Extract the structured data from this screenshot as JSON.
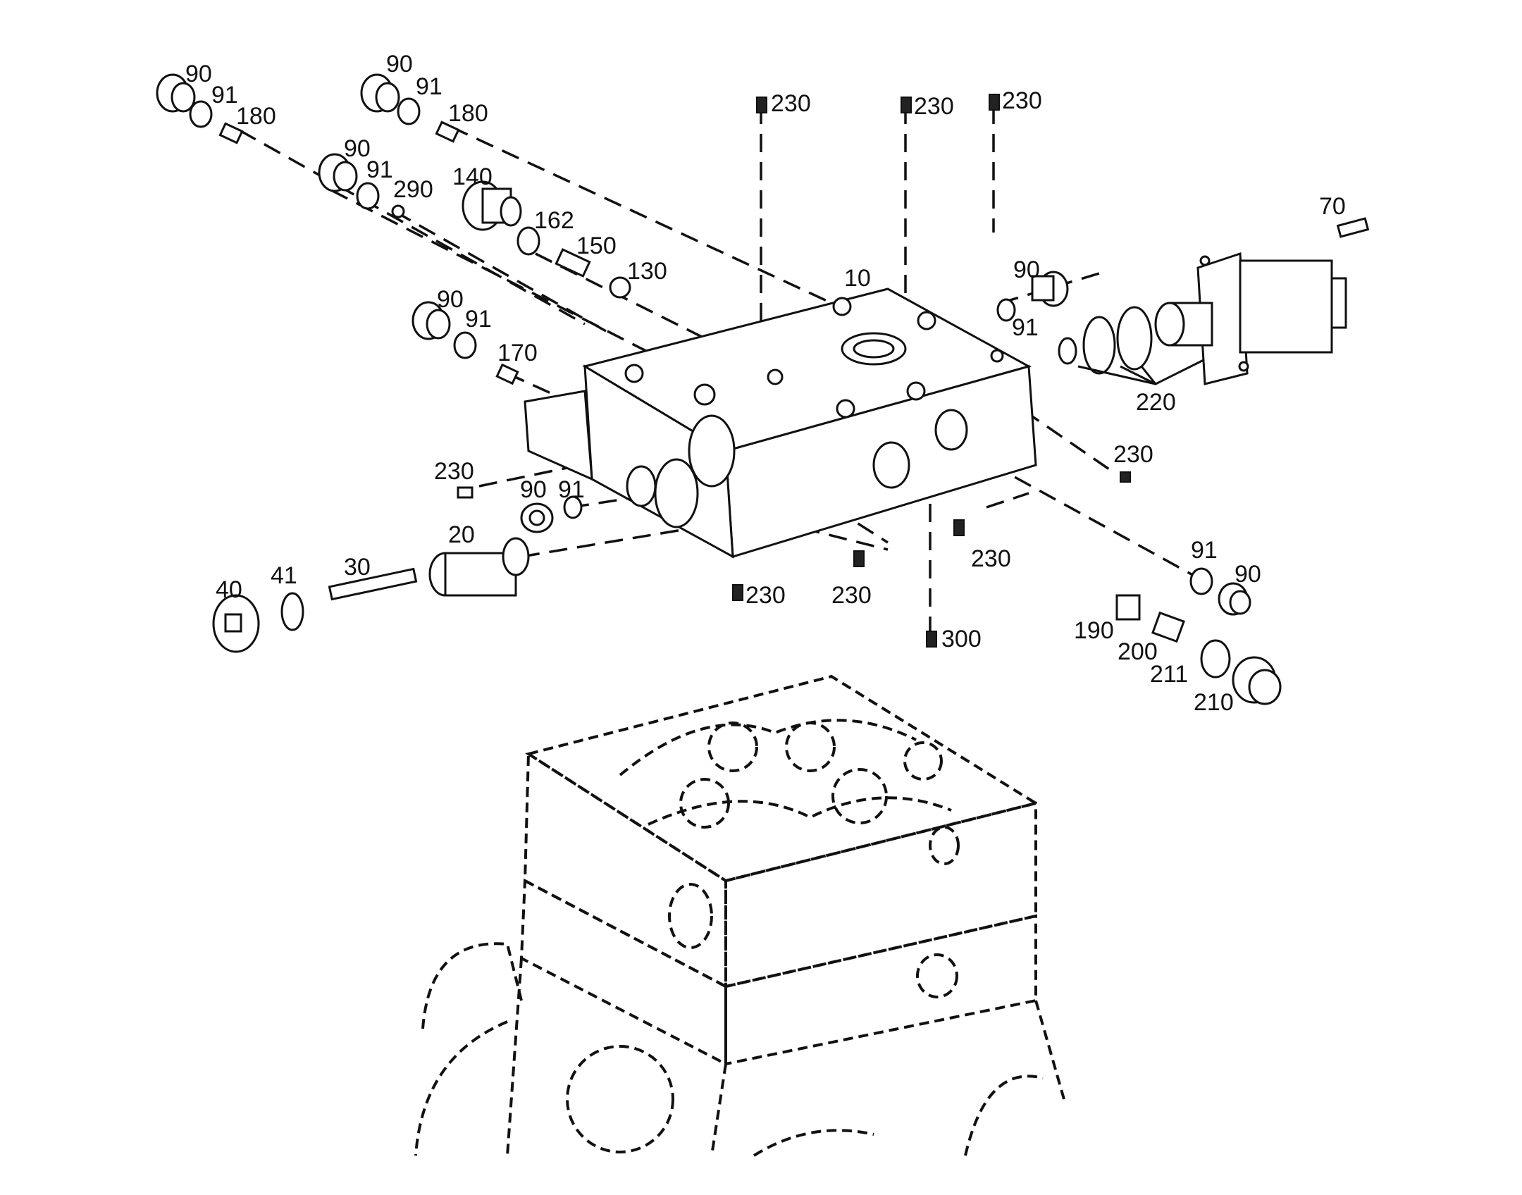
{
  "callouts": [
    {
      "id": "c1",
      "text": "90"
    },
    {
      "id": "c2",
      "text": "91"
    },
    {
      "id": "c3",
      "text": "180"
    },
    {
      "id": "c4",
      "text": "90"
    },
    {
      "id": "c5",
      "text": "91"
    },
    {
      "id": "c6",
      "text": "180"
    },
    {
      "id": "c7",
      "text": "90"
    },
    {
      "id": "c8",
      "text": "91"
    },
    {
      "id": "c9",
      "text": "290"
    },
    {
      "id": "c10",
      "text": "140"
    },
    {
      "id": "c11",
      "text": "162"
    },
    {
      "id": "c12",
      "text": "150"
    },
    {
      "id": "c13",
      "text": "130"
    },
    {
      "id": "c14",
      "text": "90"
    },
    {
      "id": "c15",
      "text": "91"
    },
    {
      "id": "c16",
      "text": "170"
    },
    {
      "id": "c17",
      "text": "230"
    },
    {
      "id": "c18",
      "text": "230"
    },
    {
      "id": "c19",
      "text": "230"
    },
    {
      "id": "c20",
      "text": "10"
    },
    {
      "id": "c21",
      "text": "90"
    },
    {
      "id": "c22",
      "text": "91"
    },
    {
      "id": "c23",
      "text": "70"
    },
    {
      "id": "c24",
      "text": "220"
    },
    {
      "id": "c25",
      "text": "230"
    },
    {
      "id": "c26",
      "text": "230"
    },
    {
      "id": "c27",
      "text": "90"
    },
    {
      "id": "c28",
      "text": "91"
    },
    {
      "id": "c29",
      "text": "20"
    },
    {
      "id": "c30",
      "text": "30"
    },
    {
      "id": "c31",
      "text": "40"
    },
    {
      "id": "c32",
      "text": "41"
    },
    {
      "id": "c33",
      "text": "230"
    },
    {
      "id": "c34",
      "text": "230"
    },
    {
      "id": "c35",
      "text": "230"
    },
    {
      "id": "c36",
      "text": "300"
    },
    {
      "id": "c37",
      "text": "91"
    },
    {
      "id": "c38",
      "text": "90"
    },
    {
      "id": "c39",
      "text": "190"
    },
    {
      "id": "c40",
      "text": "200"
    },
    {
      "id": "c41",
      "text": "211"
    },
    {
      "id": "c42",
      "text": "210"
    }
  ]
}
